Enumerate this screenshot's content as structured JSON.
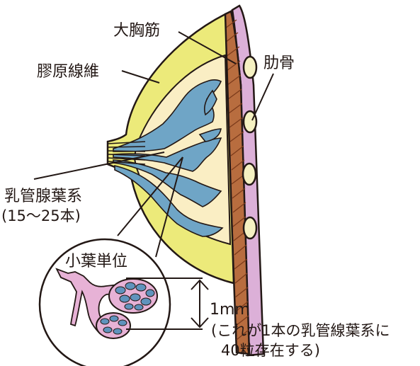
{
  "labels": {
    "pectoralis": "大胸筋",
    "rib": "肋骨",
    "collagen": "膠原線維",
    "duct_system_1": "乳管腺葉系",
    "duct_system_2": "(15～25本)",
    "lobule": "小葉単位",
    "scale": "1mm",
    "note_1": "(これが1本の乳管線葉系に",
    "note_2": "40粒存在する)"
  },
  "colors": {
    "outline": "#231815",
    "fat": "#ecea7a",
    "gland_bg": "#faeec4",
    "duct": "#6fa5c6",
    "muscle": "#b86d3f",
    "muscle_stripe": "#7c3b1b",
    "rib_band": "#dcb0d8",
    "rib_bone": "#f5f1c2",
    "lobule_pink": "#e7b2d6"
  }
}
